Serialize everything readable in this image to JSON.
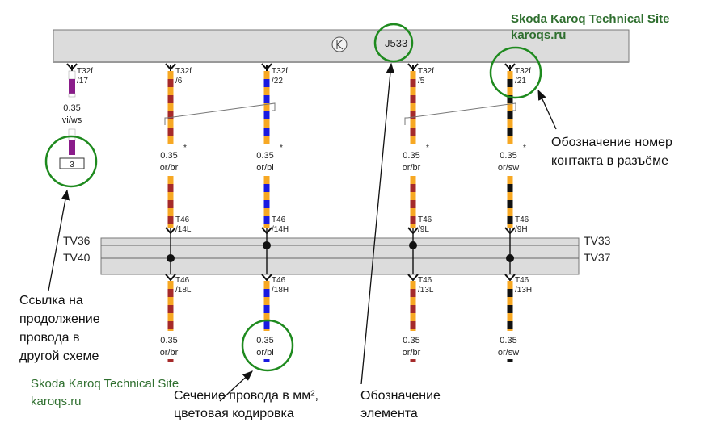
{
  "watermark": {
    "title": "Skoda Karoq Technical Site",
    "site": "karoqs.ru"
  },
  "component": {
    "code": "J533"
  },
  "wires": [
    {
      "top": "T32f",
      "top_pin": "/17",
      "size": "0.35",
      "color": "vi/ws",
      "ref": "3",
      "stripes": [
        "#8a1c8a",
        "#ffffff"
      ]
    },
    {
      "top": "T32f",
      "top_pin": "/6",
      "size": "0.35",
      "color": "or/br",
      "bottom_mid": "T46",
      "bottom_mid_pin": "/14L",
      "low": "T46",
      "low_pin": "/18L",
      "low_size": "0.35",
      "low_color": "or/br",
      "stripes": [
        "#f7a823",
        "#a52a2a"
      ]
    },
    {
      "top": "T32f",
      "top_pin": "/22",
      "size": "0.35",
      "color": "or/bl",
      "bottom_mid": "T46",
      "bottom_mid_pin": "/14H",
      "low": "T46",
      "low_pin": "/18H",
      "low_size": "0.35",
      "low_color": "or/bl",
      "stripes": [
        "#f7a823",
        "#1a1ae0"
      ]
    },
    {
      "top": "T32f",
      "top_pin": "/5",
      "size": "0.35",
      "color": "or/br",
      "bottom_mid": "T46",
      "bottom_mid_pin": "/9L",
      "low": "T46",
      "low_pin": "/13L",
      "low_size": "0.35",
      "low_color": "or/br",
      "stripes": [
        "#f7a823",
        "#a52a2a"
      ]
    },
    {
      "top": "T32f",
      "top_pin": "/21",
      "size": "0.35",
      "color": "or/sw",
      "bottom_mid": "T46",
      "bottom_mid_pin": "/9H",
      "low": "T46",
      "low_pin": "/13H",
      "low_size": "0.35",
      "low_color": "or/sw",
      "stripes": [
        "#f7a823",
        "#111111"
      ]
    }
  ],
  "star": "*",
  "tv": {
    "left_top": "TV36",
    "left_bottom": "TV40",
    "right_top": "TV33",
    "right_bottom": "TV37"
  },
  "annotations": {
    "pin": [
      "Обозначение номер",
      "контакта в разъёме"
    ],
    "ref": [
      "Ссылка на",
      "продолжение",
      "провода в",
      "другой схеме"
    ],
    "section": [
      "Сечение провода в мм²,",
      "цветовая кодировка"
    ],
    "element": [
      "Обозначение",
      "элемента"
    ]
  },
  "colors": {
    "annotation_circle": "#1e8a1e",
    "watermark_text": "#2f6f2f",
    "band": "#dcdcdc"
  }
}
